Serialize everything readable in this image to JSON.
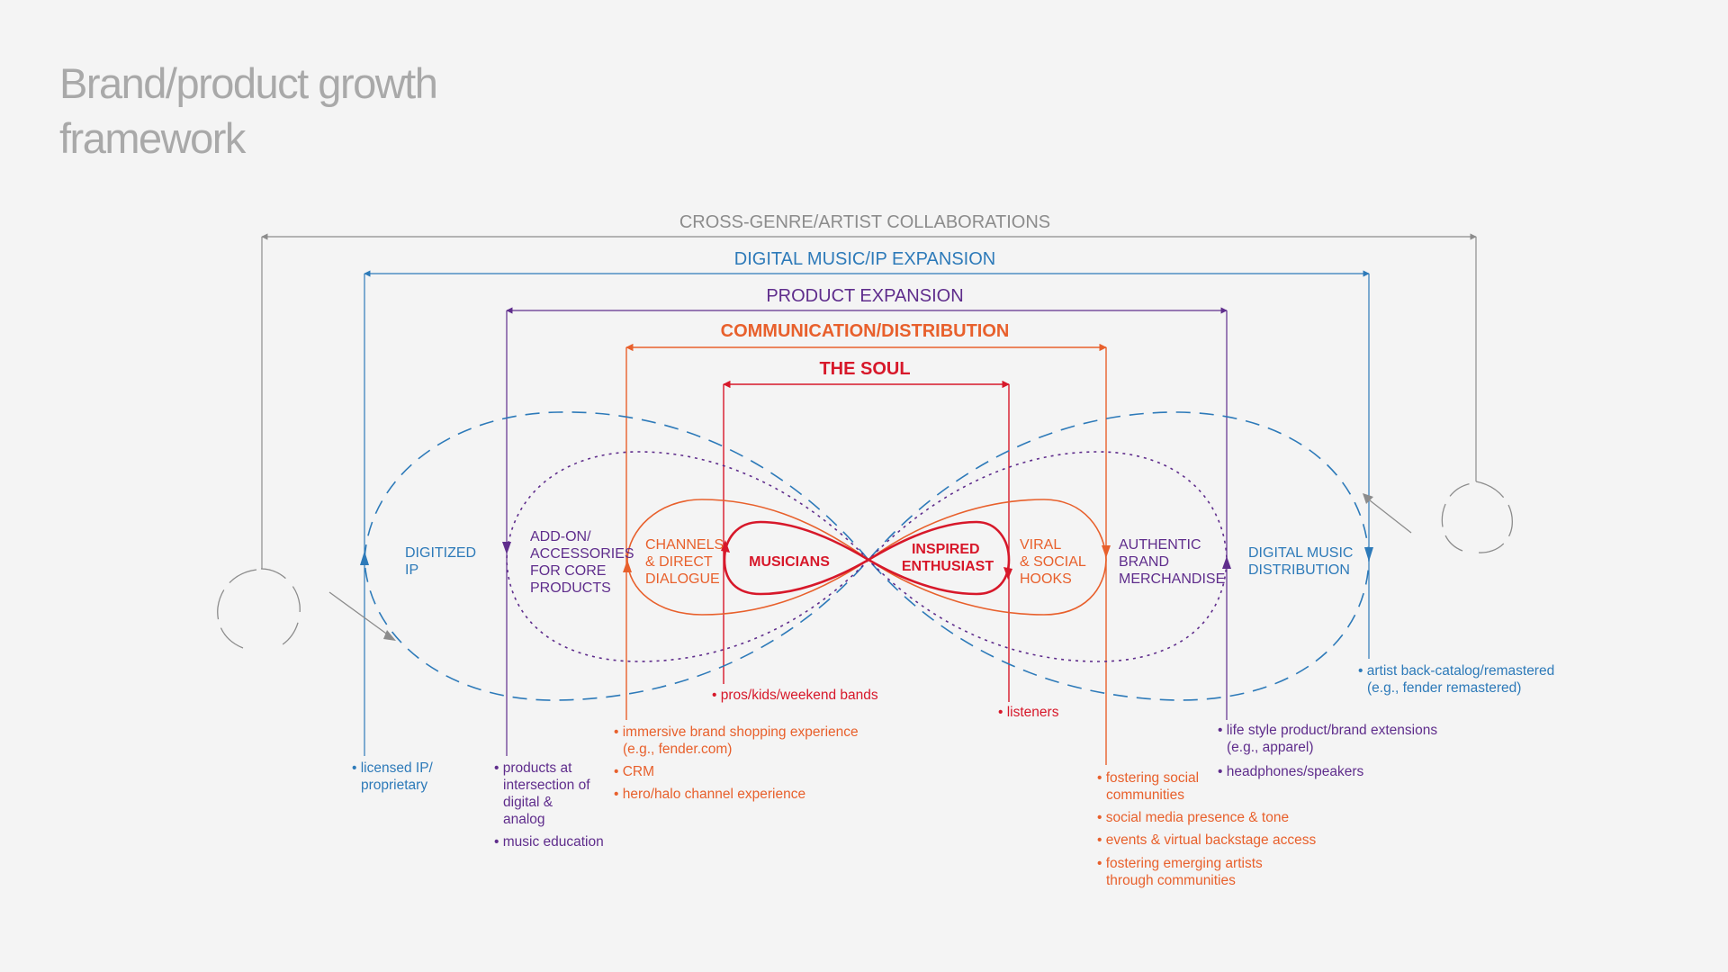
{
  "title": {
    "line1": "Brand/product growth",
    "line2": "framework"
  },
  "colors": {
    "background": "#f4f4f4",
    "gray": "#8c8c8c",
    "blue": "#2d7ab9",
    "purple": "#5f2d8c",
    "orange": "#e8602c",
    "red": "#d7182a"
  },
  "levels": {
    "cross_genre": "CROSS-GENRE/ARTIST COLLABORATIONS",
    "digital_music_ip": "DIGITAL MUSIC/IP EXPANSION",
    "product_expansion": "PRODUCT EXPANSION",
    "communication": "COMMUNICATION/DISTRIBUTION",
    "the_soul": "THE SOUL"
  },
  "nodes": {
    "digitized_ip": [
      "DIGITIZED",
      "IP"
    ],
    "add_on": [
      "ADD-ON/",
      "ACCESSORIES",
      "FOR CORE",
      "PRODUCTS"
    ],
    "channels": [
      "CHANNELS",
      "& DIRECT",
      "DIALOGUE"
    ],
    "musicians": "MUSICIANS",
    "inspired": [
      "INSPIRED",
      "ENTHUSIAST"
    ],
    "viral": [
      "VIRAL",
      "& SOCIAL",
      "HOOKS"
    ],
    "authentic": [
      "AUTHENTIC",
      "BRAND",
      "MERCHANDISE"
    ],
    "digital_distribution": [
      "DIGITAL MUSIC",
      "DISTRIBUTION"
    ]
  },
  "bullets": {
    "licensed_ip": [
      "• licensed IP/",
      "proprietary"
    ],
    "products_intersection": [
      "• products at",
      "intersection of",
      "digital &",
      "analog"
    ],
    "music_education": "• music education",
    "immersive": [
      "• immersive brand shopping experience",
      "(e.g., fender.com)"
    ],
    "crm": "• CRM",
    "hero_halo": "• hero/halo channel experience",
    "pros_kids": "• pros/kids/weekend bands",
    "listeners": "• listeners",
    "fostering_social": [
      "• fostering social",
      "communities"
    ],
    "social_media": "• social media presence & tone",
    "events": "• events & virtual backstage access",
    "fostering_emerging": [
      "• fostering emerging artists",
      "through communities"
    ],
    "life_style": [
      "• life style product/brand extensions",
      "(e.g., apparel)"
    ],
    "headphones": "• headphones/speakers",
    "artist_back_catalog": [
      "• artist back-catalog/remastered",
      "(e.g., fender remastered)"
    ]
  }
}
